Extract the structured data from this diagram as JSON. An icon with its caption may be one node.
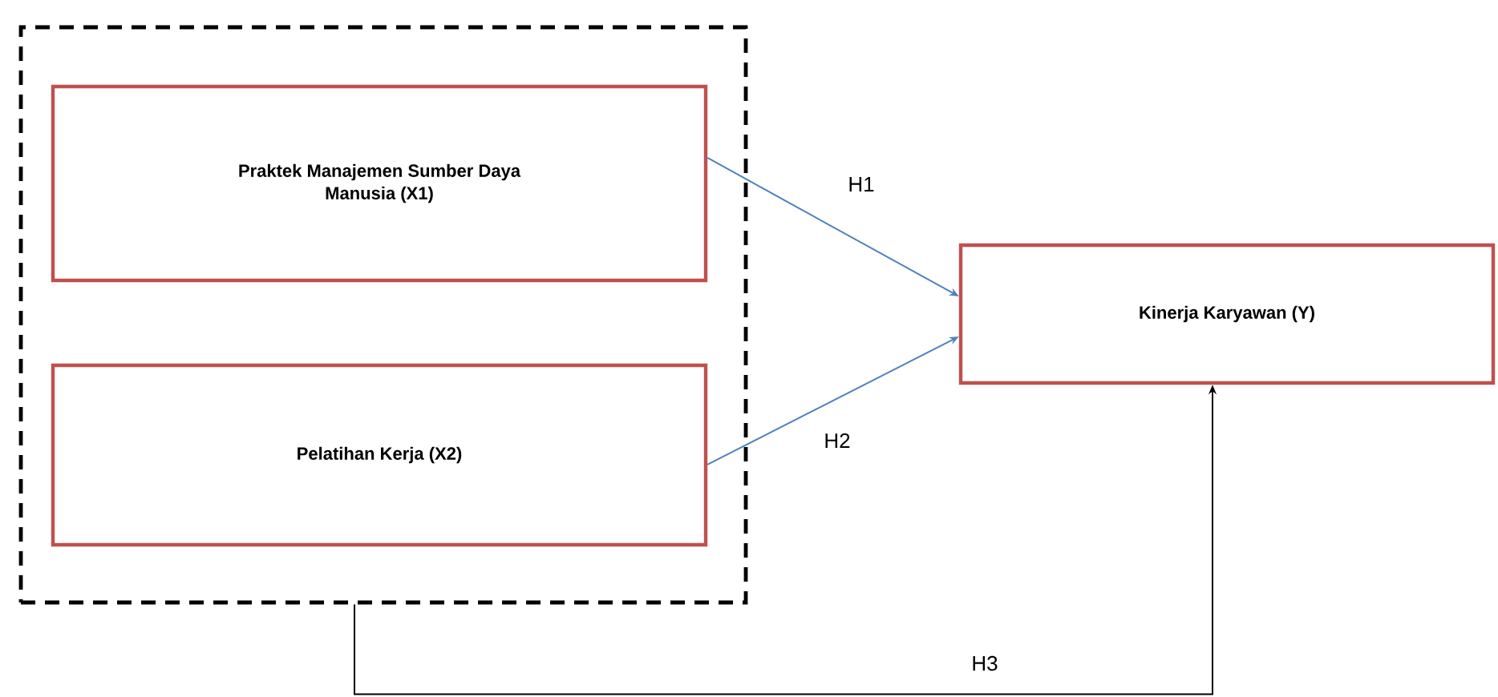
{
  "diagram": {
    "nodes": [
      {
        "text": [],
        "shape": "box"
      },
      {
        "text": [
          "Praktek Manajemen Sumber Daya Manusia (X1)"
        ],
        "in": 0
      },
      {
        "text": [
          "Pelatihan Kerja  (X2)"
        ],
        "in": 0
      },
      {
        "text": [
          "Kinerja Karyawan (Y)"
        ]
      }
    ],
    "edges": [
      {
        "from": 1,
        "to": 3,
        "arrow": "to",
        "label": "H1"
      },
      {
        "from": 2,
        "to": 3,
        "arrow": "to",
        "label": "H2"
      },
      {
        "from": 0,
        "to": 3,
        "arrow": "to",
        "label": "H3",
        "color": "#000000"
      }
    ]
  }
}
